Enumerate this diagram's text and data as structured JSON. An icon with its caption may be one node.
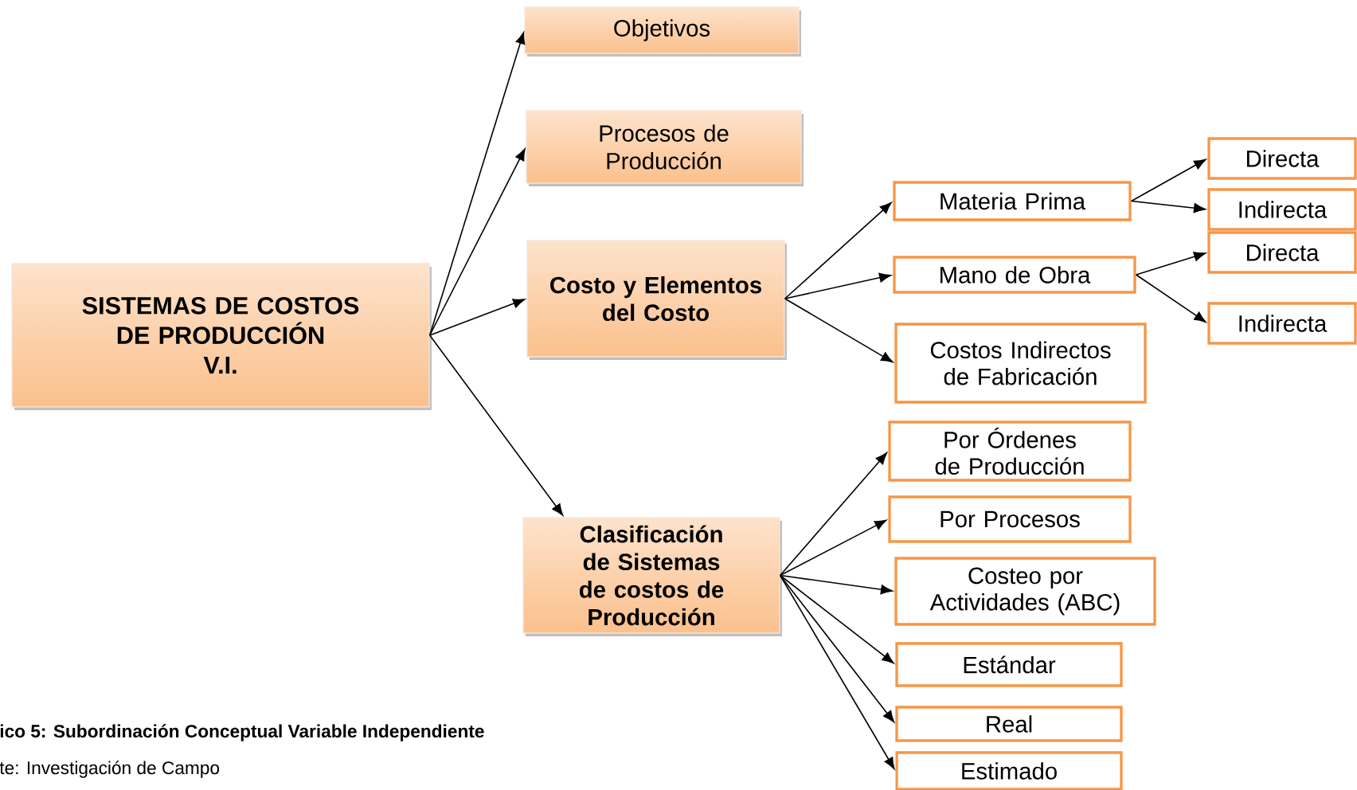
{
  "diagram": {
    "nodes": [
      {
        "text": [
          "SISTEMAS DE COSTOS DE PRODUCCIÓN",
          "V.I."
        ]
      },
      {
        "text": [
          "Objetivos"
        ]
      },
      {
        "text": [
          "Procesos de Producción"
        ]
      },
      {
        "text": [
          "Costo y Elementos del Costo"
        ]
      },
      {
        "text": [
          "Clasificación de Sistemas de costos de Producción"
        ]
      },
      {
        "text": [
          "Materia Prima"
        ]
      },
      {
        "text": [
          "Mano de Obra"
        ]
      },
      {
        "text": [
          "Costos Indirectos de Fabricación"
        ]
      },
      {
        "text": [
          "Directa"
        ]
      },
      {
        "text": [
          "Indirecta"
        ]
      },
      {
        "text": [
          "Directa"
        ]
      },
      {
        "text": [
          "Indirecta"
        ]
      },
      {
        "text": [
          "Por Órdenes de Producción"
        ]
      },
      {
        "text": [
          "Por Procesos"
        ]
      },
      {
        "text": [
          "Costeo por Actividades (ABC)"
        ]
      },
      {
        "text": [
          "Estándar"
        ]
      },
      {
        "text": [
          "Real"
        ]
      },
      {
        "text": [
          "Estimado"
        ]
      }
    ],
    "edges": [
      {
        "from": 0,
        "to": 1,
        "arrow": "to"
      },
      {
        "from": 0,
        "to": 2,
        "arrow": "to"
      },
      {
        "from": 0,
        "to": 3,
        "arrow": "to"
      },
      {
        "from": 0,
        "to": 4,
        "arrow": "to"
      },
      {
        "from": 3,
        "to": 5,
        "arrow": "to"
      },
      {
        "from": 3,
        "to": 6,
        "arrow": "to"
      },
      {
        "from": 3,
        "to": 7,
        "arrow": "to"
      },
      {
        "from": 5,
        "to": 8,
        "arrow": "to"
      },
      {
        "from": 5,
        "to": 9,
        "arrow": "to"
      },
      {
        "from": 6,
        "to": 10,
        "arrow": "to"
      },
      {
        "from": 6,
        "to": 11,
        "arrow": "to"
      },
      {
        "from": 4,
        "to": 12,
        "arrow": "to"
      },
      {
        "from": 4,
        "to": 13,
        "arrow": "to"
      },
      {
        "from": 4,
        "to": 14,
        "arrow": "to"
      },
      {
        "from": 4,
        "to": 15,
        "arrow": "to"
      },
      {
        "from": 4,
        "to": 16,
        "arrow": "to"
      },
      {
        "from": 4,
        "to": 17,
        "arrow": "to"
      }
    ],
    "labels": [
      "ico 5: Subordinación Conceptual Variable Independiente",
      "te: Investigación de Campo"
    ]
  }
}
